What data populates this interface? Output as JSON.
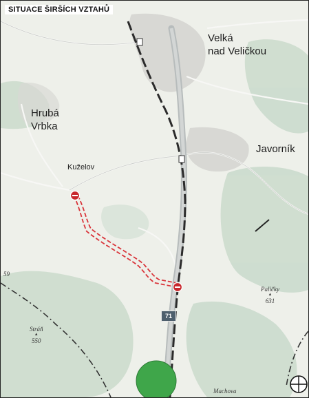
{
  "title": "SITUACE ŠIRŠÍCH VZTAHŮ",
  "towns": {
    "velka": [
      "Velká",
      "nad Veličkou"
    ],
    "hruba": [
      "Hrubá",
      "Vrbka"
    ],
    "javornik": "Javorník",
    "kuzelov": "Kuželov"
  },
  "peaks": {
    "palicky": {
      "name": "Paličky",
      "elev": "631"
    },
    "stran": {
      "name": "Stráň",
      "elev": "550"
    },
    "machova": {
      "name": "Machova"
    },
    "edge": {
      "elev": "59"
    }
  },
  "road": {
    "number": "71"
  },
  "colors": {
    "route": "#d9343a",
    "marker": "#c8282d",
    "green_disc": "#3fa64a",
    "railway": "#2b2b2b",
    "road": "#bfc3c3",
    "forest": "#c8d8cc"
  },
  "icons": [
    "route-start-marker",
    "route-end-marker",
    "green-point-marker",
    "compass-icon",
    "railway-station-icon"
  ]
}
